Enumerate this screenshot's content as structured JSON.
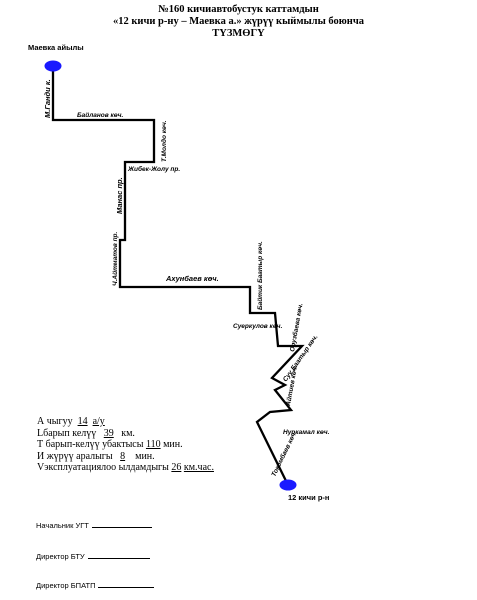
{
  "header": {
    "line1": "№160 кичиавтобустук каттамдын",
    "line2": "«12 кичи р-ну – Маевка а.» жүрүү кыймылы боюнча",
    "line3": "ТҮЗМӨГҮ"
  },
  "route": {
    "start_terminal": "Маевка айылы",
    "end_terminal": "12 кичи р-н",
    "line_color": "#000000",
    "terminal_color": "#1a1aff",
    "streets": {
      "gandi": "М.Ганди к.",
      "baylanov": "Байланов көч.",
      "moldo": "Т.Молдо көч.",
      "jibek": "Жибек-Жолу пр.",
      "manas": "Манас пр.",
      "aitmatov": "Ч.Айтматов пр.",
      "akhunbaev": "Ахунбаев көч.",
      "baitik": "Байтик Баатыр көч.",
      "surkulov": "Суеркулов көч.",
      "oruzbaeva": "Орузбаева көч.",
      "suyu": "Суу Баатыр көч.",
      "aitiev": "Айтиев көч.",
      "nurkamal": "Нуркамал көч.",
      "tokombaev": "Токомбаев көч."
    }
  },
  "stats": {
    "vehicles_label": "А чыгуу",
    "vehicles_value": "14",
    "vehicles_unit": "а/у",
    "length_label": "Lбарып келүү",
    "length_value": "39",
    "length_unit": "км.",
    "time_label": "Т барып-келүү убактысы",
    "time_value": "110",
    "time_unit": "мин.",
    "interval_label": "И жүрүү аралыгы",
    "interval_value": "8",
    "interval_unit": "мин.",
    "speed_label": "Vэксплуатациялоо ылдамдыгы",
    "speed_value": "26",
    "speed_unit": "км.час."
  },
  "signatures": {
    "ugt": "Начальник УГТ",
    "btu": "Директор  БТУ",
    "bpatp": "Директор БПАТП"
  }
}
